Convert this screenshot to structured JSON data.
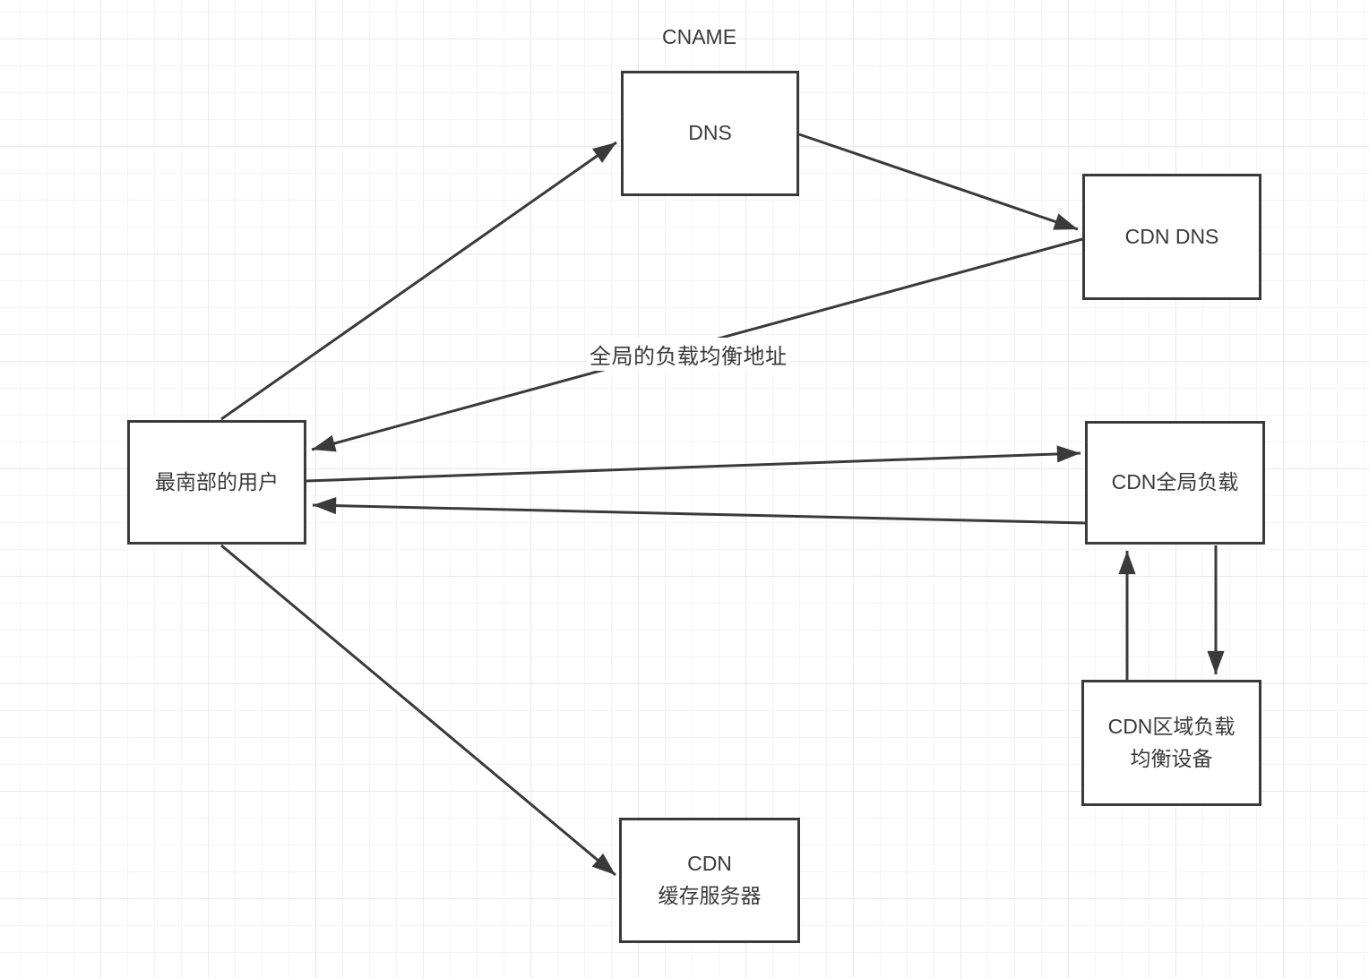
{
  "canvas": {
    "background_color": "#ffffff",
    "grid_minor_color": "#f4f4f4",
    "grid_major_color": "#eaeaea",
    "stroke_color": "#3a3a3a",
    "text_color": "#3a3a3a"
  },
  "diagram": {
    "nodes": [
      {
        "id": "dns",
        "label": "DNS"
      },
      {
        "id": "cdn-dns",
        "label": "CDN DNS"
      },
      {
        "id": "user",
        "label": "最南部的用户"
      },
      {
        "id": "cdn-global-lb",
        "label": "CDN全局负载"
      },
      {
        "id": "cdn-regional-lb",
        "label": "CDN区域负载\n均衡设备"
      },
      {
        "id": "cdn-cache",
        "label": "CDN\n缓存服务器"
      }
    ],
    "floating_labels": [
      {
        "id": "cname",
        "text": "CNAME"
      },
      {
        "id": "glb-address",
        "text": "全局的负载均衡地址"
      }
    ],
    "edges": [
      {
        "id": "user-to-dns",
        "from": "user",
        "to": "dns",
        "arrow": "end"
      },
      {
        "id": "dns-to-cdn-dns",
        "from": "dns",
        "to": "cdn-dns",
        "arrow": "end"
      },
      {
        "id": "cdn-dns-to-user",
        "from": "cdn-dns",
        "to": "user",
        "arrow": "end",
        "label": "全局的负载均衡地址"
      },
      {
        "id": "user-to-cdn-global-lb",
        "from": "user",
        "to": "cdn-global-lb",
        "arrow": "end"
      },
      {
        "id": "cdn-global-lb-to-user",
        "from": "cdn-global-lb",
        "to": "user",
        "arrow": "end"
      },
      {
        "id": "user-to-cdn-cache",
        "from": "user",
        "to": "cdn-cache",
        "arrow": "end"
      },
      {
        "id": "cdn-regional-lb-to-cdn-global-lb",
        "from": "cdn-regional-lb",
        "to": "cdn-global-lb",
        "arrow": "end"
      },
      {
        "id": "cdn-global-lb-to-cdn-regional-lb",
        "from": "cdn-global-lb",
        "to": "cdn-regional-lb",
        "arrow": "end"
      }
    ]
  }
}
